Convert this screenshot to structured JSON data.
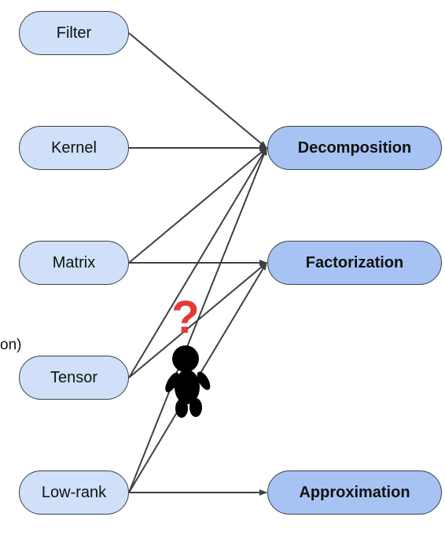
{
  "sources": [
    {
      "id": "filter",
      "label": "Filter"
    },
    {
      "id": "kernel",
      "label": "Kernel"
    },
    {
      "id": "matrix",
      "label": "Matrix"
    },
    {
      "id": "tensor",
      "label": "Tensor"
    },
    {
      "id": "lowrank",
      "label": "Low-rank"
    }
  ],
  "targets": [
    {
      "id": "decomposition",
      "label": "Decomposition"
    },
    {
      "id": "factorization",
      "label": "Factorization"
    },
    {
      "id": "approximation",
      "label": "Approximation"
    }
  ],
  "edges": [
    [
      "filter",
      "decomposition"
    ],
    [
      "kernel",
      "decomposition"
    ],
    [
      "matrix",
      "decomposition"
    ],
    [
      "matrix",
      "factorization"
    ],
    [
      "tensor",
      "decomposition"
    ],
    [
      "tensor",
      "factorization"
    ],
    [
      "lowrank",
      "decomposition"
    ],
    [
      "lowrank",
      "factorization"
    ],
    [
      "lowrank",
      "approximation"
    ]
  ],
  "clipped_text": "on)",
  "figure": {
    "mark": "?",
    "mark_color": "#e53935",
    "body_color": "#000000",
    "icon": "confused-person-icon"
  }
}
